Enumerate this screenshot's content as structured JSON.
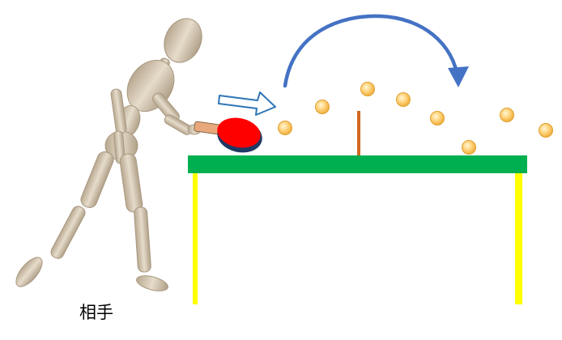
{
  "caption": "相手",
  "colors": {
    "table_top": "#00b050",
    "table_legs": "#ffff00",
    "net": "#d2691e",
    "paddle_face": "#ff0000",
    "paddle_rim": "#1f3864",
    "paddle_handle": "#e8a87c",
    "ball_fill": "#ffcc66",
    "ball_stroke": "#e0a030",
    "arc_arrow": "#4472c4",
    "hit_arrow_stroke": "#2e75b6",
    "hit_arrow_fill": "#ffffff",
    "figure_wood": "#d8ccb8",
    "figure_shade": "#a89880"
  },
  "icons": {
    "figure": "wooden-mannequin-figure",
    "paddle": "table-tennis-paddle",
    "hit_arrow": "outline-right-arrow",
    "trajectory_arrow": "curved-arc-arrow"
  }
}
